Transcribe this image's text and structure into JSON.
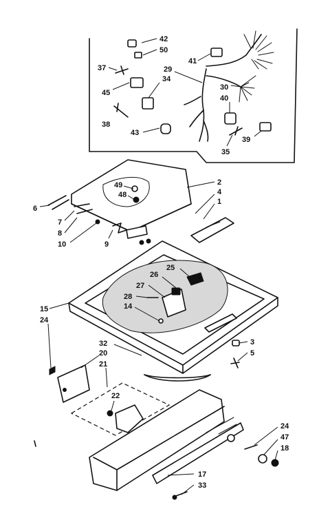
{
  "diagram": {
    "callouts": [
      "42",
      "50",
      "37",
      "41",
      "29",
      "45",
      "34",
      "30",
      "40",
      "38",
      "43",
      "39",
      "35",
      "2",
      "1",
      "4",
      "49",
      "48",
      "6",
      "7",
      "8",
      "10",
      "9",
      "25",
      "26",
      "27",
      "28",
      "14",
      "15",
      "24",
      "3",
      "5",
      "32",
      "20",
      "21",
      "22",
      "24",
      "47",
      "18",
      "17",
      "33"
    ]
  }
}
